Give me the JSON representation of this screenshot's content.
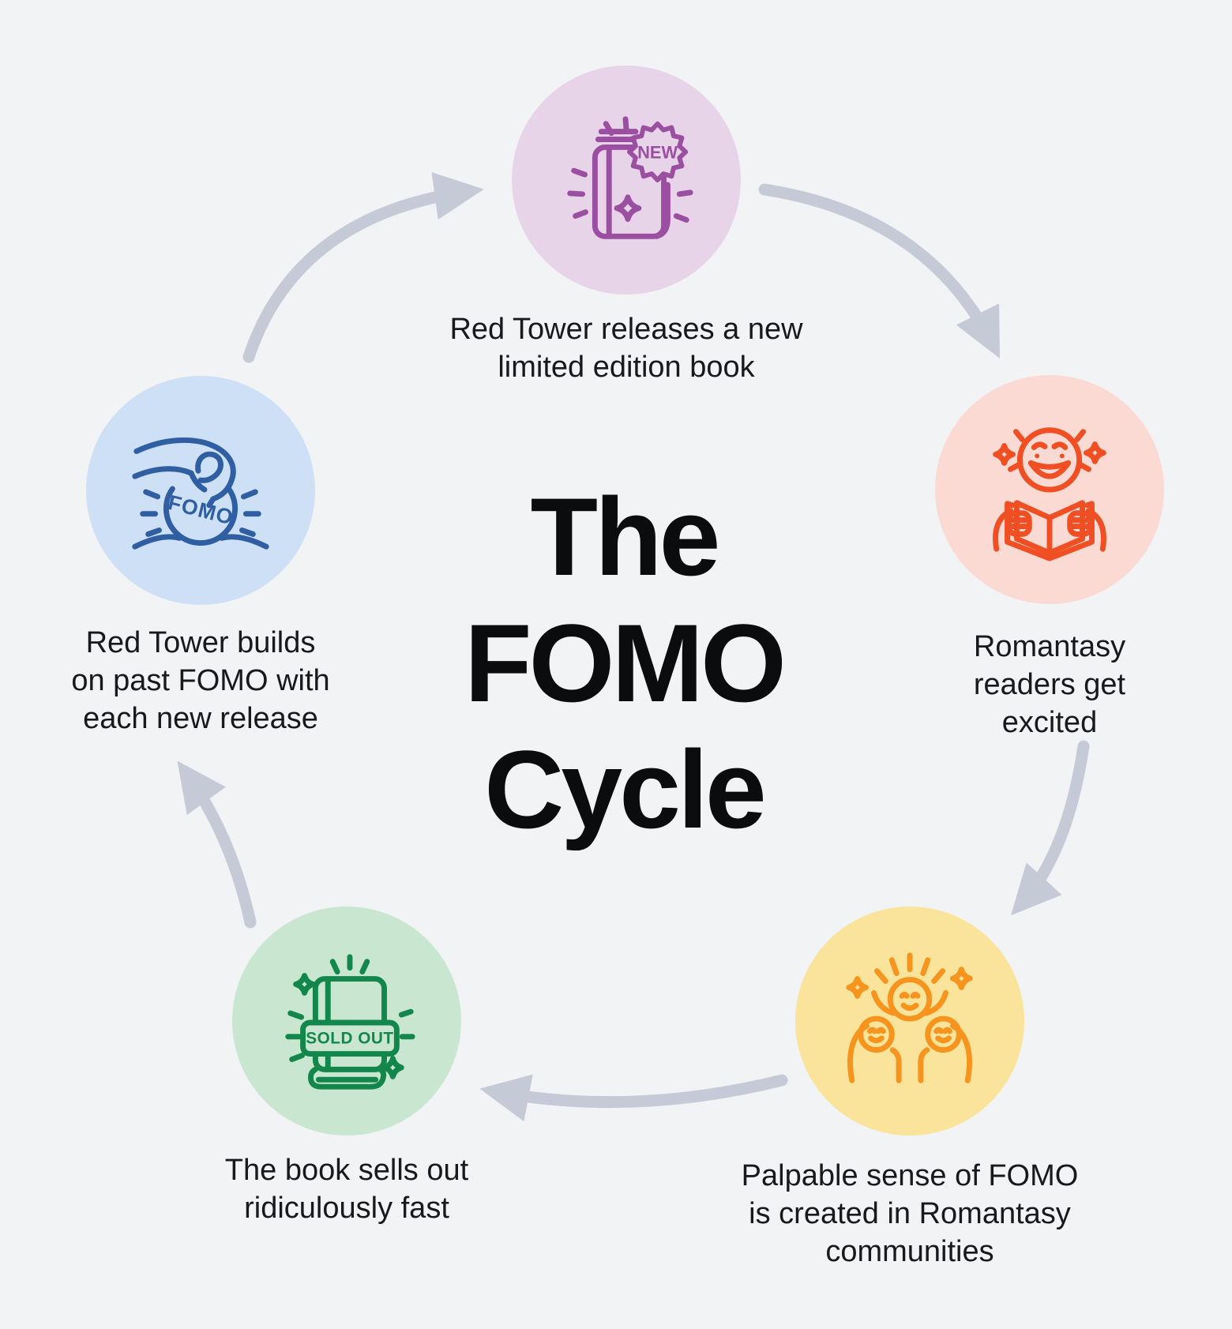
{
  "title": {
    "lines": [
      "The",
      "FOMO",
      "Cycle"
    ]
  },
  "palette": {
    "background": "#f2f3f5",
    "arrow": "#c5cbd6",
    "title_text": "#0b0c0e",
    "label_text": "#17191c",
    "purple_circle": "#e7d4e8",
    "purple_icon": "#9b4fa0",
    "pink_circle": "#fcdad4",
    "red_icon": "#f04e23",
    "yellow_circle": "#fae49b",
    "orange_icon": "#f7941e",
    "green_circle": "#c9e7d0",
    "green_icon": "#13874b",
    "blue_circle": "#cde0f6",
    "blue_icon": "#2f5fa2"
  },
  "nodes": [
    {
      "id": "new-release",
      "label": "Red Tower releases a new\nlimited edition book",
      "icon": "book-new-icon",
      "icon_text": "NEW",
      "circle_color": "#e7d4e8",
      "icon_color": "#9b4fa0"
    },
    {
      "id": "readers-excited",
      "label": "Romantasy\nreaders get\nexcited",
      "icon": "excited-reader-icon",
      "circle_color": "#fcdad4",
      "icon_color": "#f04e23"
    },
    {
      "id": "fomo-created",
      "label": "Palpable sense of FOMO\nis created in Romantasy\ncommunities",
      "icon": "celebrating-community-icon",
      "circle_color": "#fae49b",
      "icon_color": "#f7941e"
    },
    {
      "id": "sells-out",
      "label": "The book sells out\nridiculously fast",
      "icon": "sold-out-book-icon",
      "icon_text": "SOLD OUT",
      "circle_color": "#c9e7d0",
      "icon_color": "#13874b"
    },
    {
      "id": "builds-fomo",
      "label": "Red Tower builds\non past FOMO with\neach new release",
      "icon": "fomo-seed-icon",
      "icon_text": "FOMO",
      "circle_color": "#cde0f6",
      "icon_color": "#2f5fa2"
    }
  ]
}
